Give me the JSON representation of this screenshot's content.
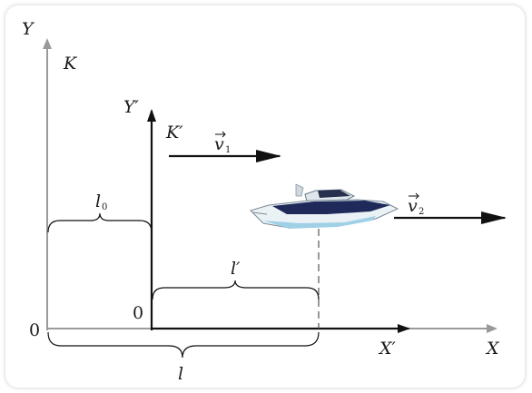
{
  "frame_k": {
    "axis_x": "X",
    "axis_y": "Y",
    "name": "K",
    "origin": "0"
  },
  "frame_k_prime": {
    "axis_x": "X′",
    "axis_y": "Y′",
    "name": "K′",
    "origin": "0"
  },
  "velocity_1": {
    "symbol": "v",
    "subscript": "1"
  },
  "velocity_2": {
    "symbol": "v",
    "subscript": "2"
  },
  "lengths": {
    "l0": {
      "symbol": "l",
      "subscript": "0"
    },
    "l_prime": "l′",
    "l": "l"
  },
  "colors": {
    "axis_k": "#9a9a9a",
    "axis_k_prime": "#111111",
    "boat_hull": "#e8f0f5",
    "boat_stripe": "#1f2a5a"
  }
}
